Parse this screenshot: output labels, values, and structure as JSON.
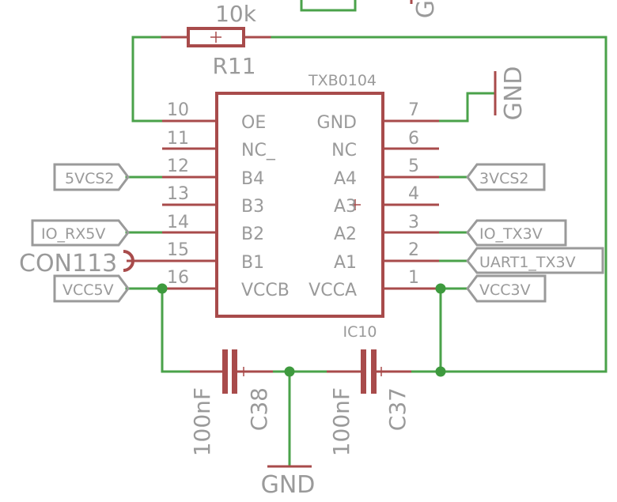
{
  "resistor": {
    "value": "10k",
    "name": "R11"
  },
  "ic": {
    "type": "TXB0104",
    "name": "IC10",
    "left_pins": [
      {
        "num": "10",
        "name": "OE"
      },
      {
        "num": "11",
        "name": "NC_"
      },
      {
        "num": "12",
        "name": "B4"
      },
      {
        "num": "13",
        "name": "B3"
      },
      {
        "num": "14",
        "name": "B2"
      },
      {
        "num": "15",
        "name": "B1"
      },
      {
        "num": "16",
        "name": "VCCB"
      }
    ],
    "right_pins": [
      {
        "num": "7",
        "name": "GND"
      },
      {
        "num": "6",
        "name": "NC"
      },
      {
        "num": "5",
        "name": "A4"
      },
      {
        "num": "4",
        "name": "A3"
      },
      {
        "num": "3",
        "name": "A2"
      },
      {
        "num": "2",
        "name": "A1"
      },
      {
        "num": "1",
        "name": "VCCA"
      }
    ]
  },
  "net_labels": {
    "left": [
      "5VCS2",
      "IO_RX5V",
      "VCC5V"
    ],
    "right": [
      "3VCS2",
      "IO_TX3V",
      "UART1_TX3V",
      "VCC3V"
    ]
  },
  "connector": "CON113",
  "capacitors": [
    {
      "value": "100nF",
      "name": "C38"
    },
    {
      "value": "100nF",
      "name": "C37"
    }
  ],
  "gnd_labels": {
    "top_right": "GND",
    "bottom": "GND",
    "top_cut": "G"
  }
}
